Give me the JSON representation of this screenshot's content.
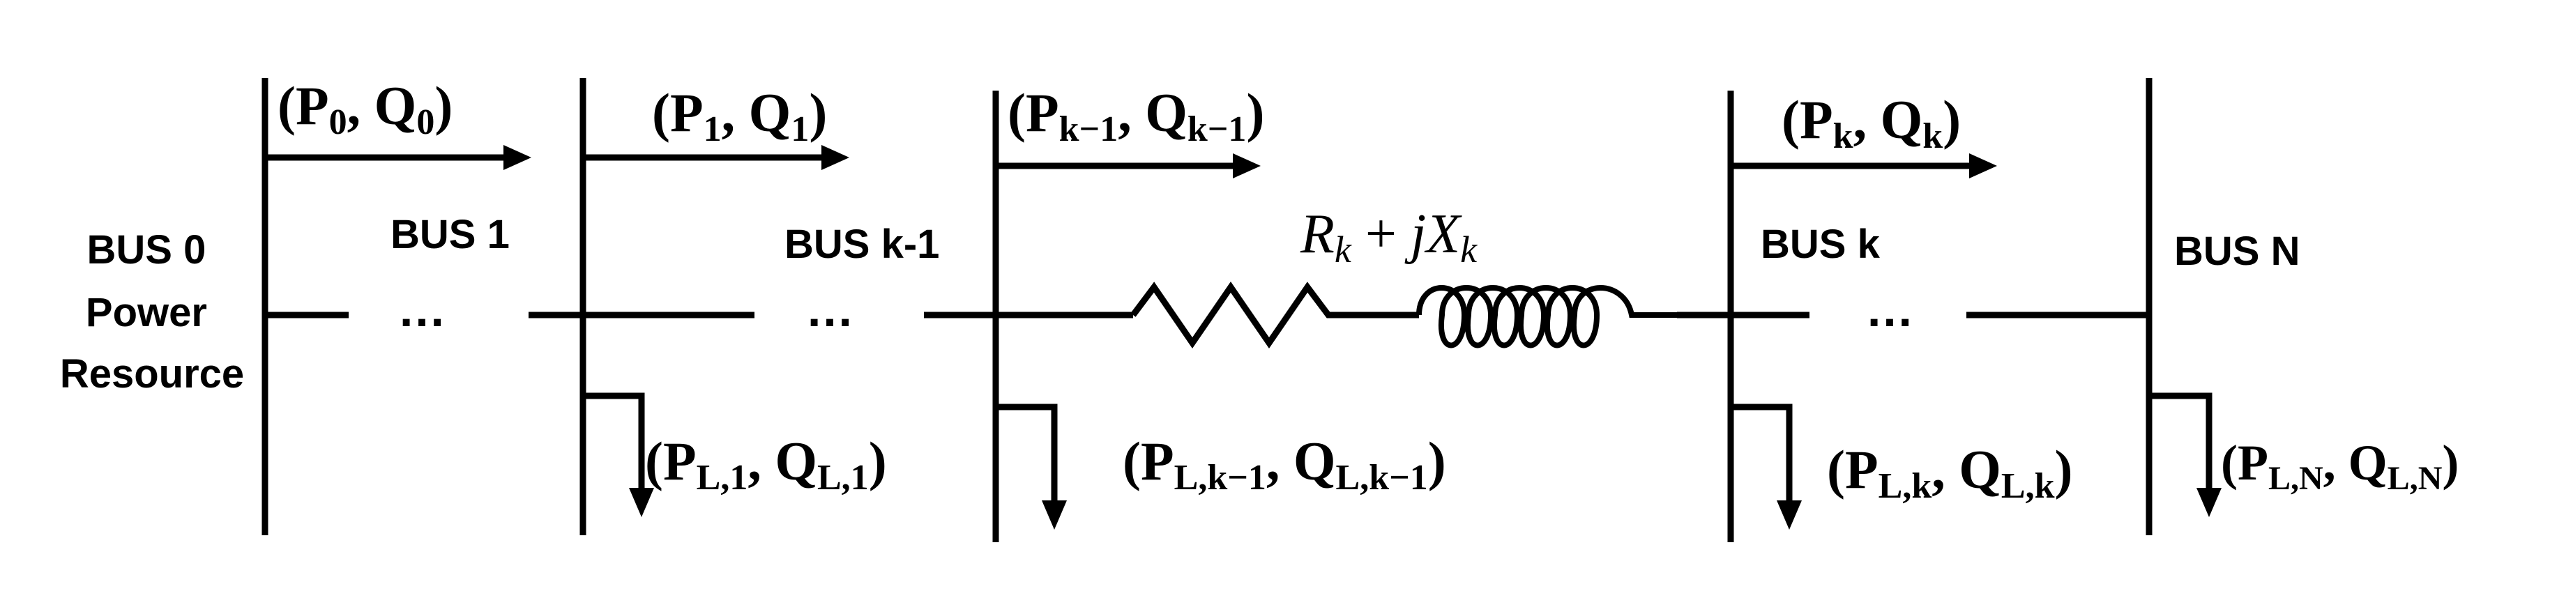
{
  "buses": [
    {
      "id": "bus0",
      "label_lines": [
        "BUS 0",
        "Power",
        "Resource"
      ]
    },
    {
      "id": "bus1",
      "label_lines": [
        "BUS 1"
      ]
    },
    {
      "id": "busk1",
      "label_lines": [
        "BUS k-1"
      ]
    },
    {
      "id": "busk",
      "label_lines": [
        "BUS k"
      ]
    },
    {
      "id": "busN",
      "label_lines": [
        "BUS N"
      ]
    }
  ],
  "line_flows": [
    {
      "id": "flow0",
      "P": "P",
      "P_sub": "0",
      "Q": "Q",
      "Q_sub": "0"
    },
    {
      "id": "flow1",
      "P": "P",
      "P_sub": "1",
      "Q": "Q",
      "Q_sub": "1"
    },
    {
      "id": "flowk1",
      "P": "P",
      "P_sub": "k−1",
      "Q": "Q",
      "Q_sub": "k−1"
    },
    {
      "id": "flowk",
      "P": "P",
      "P_sub": "k",
      "Q": "Q",
      "Q_sub": "k"
    }
  ],
  "loads": [
    {
      "id": "load1",
      "P": "P",
      "P_sub": "L,1",
      "Q": "Q",
      "Q_sub": "L,1"
    },
    {
      "id": "loadk1",
      "P": "P",
      "P_sub": "L,k−1",
      "Q": "Q",
      "Q_sub": "L,k−1"
    },
    {
      "id": "loadk",
      "P": "P",
      "P_sub": "L,k",
      "Q": "Q",
      "Q_sub": "L,k"
    },
    {
      "id": "loadN",
      "P": "P",
      "P_sub": "L,N",
      "Q": "Q",
      "Q_sub": "L,N"
    }
  ],
  "impedance": {
    "R": "R",
    "R_sub": "k",
    "plus": "+",
    "jX": "jX",
    "X_sub": "k"
  },
  "ellipsis": "…"
}
